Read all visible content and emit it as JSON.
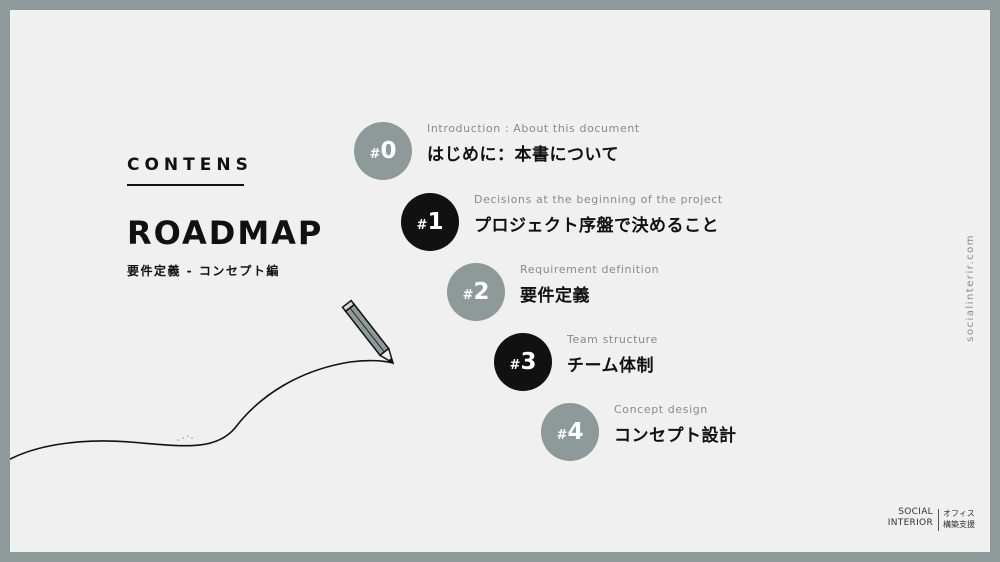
{
  "header": {
    "contents_label": "CONTENS",
    "title": "ROADMAP",
    "subtitle": "要件定義 - コンセプト編"
  },
  "roadmap": [
    {
      "hash": "#",
      "num": "0",
      "en": "Introduction : About this document",
      "jp": "はじめに：本書について",
      "color": "#8e9a9a"
    },
    {
      "hash": "#",
      "num": "1",
      "en": "Decisions at the beginning of the project",
      "jp": "プロジェクト序盤で決めること",
      "color": "#111111"
    },
    {
      "hash": "#",
      "num": "2",
      "en": "Requirement definition",
      "jp": "要件定義",
      "color": "#8e9a9a"
    },
    {
      "hash": "#",
      "num": "3",
      "en": "Team structure",
      "jp": "チーム体制",
      "color": "#111111"
    },
    {
      "hash": "#",
      "num": "4",
      "en": "Concept design",
      "jp": "コンセプト設計",
      "color": "#8e9a9a"
    }
  ],
  "side_url": "socialinterir.com",
  "logo": {
    "line1": "SOCIAL",
    "line2": "INTERIOR",
    "jp1": "オフィス",
    "jp2": "構築支援"
  },
  "icons": {
    "illustration": "pencil-icon",
    "line": "pencil-drawn-line"
  }
}
